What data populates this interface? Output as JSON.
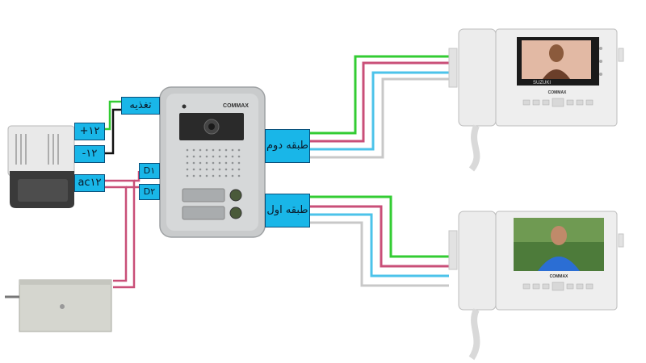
{
  "labels": {
    "power_supply": "تغذیه",
    "plus12": "+۱۲",
    "minus12": "-۱۲",
    "ac12": "ac۱۲",
    "d1": "D۱",
    "d2": "D۲",
    "floor2": "طبقه دوم",
    "floor1": "طبقه اول"
  },
  "branding": {
    "panel_brand": "COMMAX",
    "monitor_brand": "COMMAX",
    "monitor_sub": "SUZUKI"
  },
  "colors": {
    "label_bg": "#19b6e8",
    "wire_green": "#33cc33",
    "wire_pink": "#c94f78",
    "wire_cyan": "#4cc3ea",
    "wire_gray": "#c8c8c8",
    "wire_black": "#111111"
  }
}
